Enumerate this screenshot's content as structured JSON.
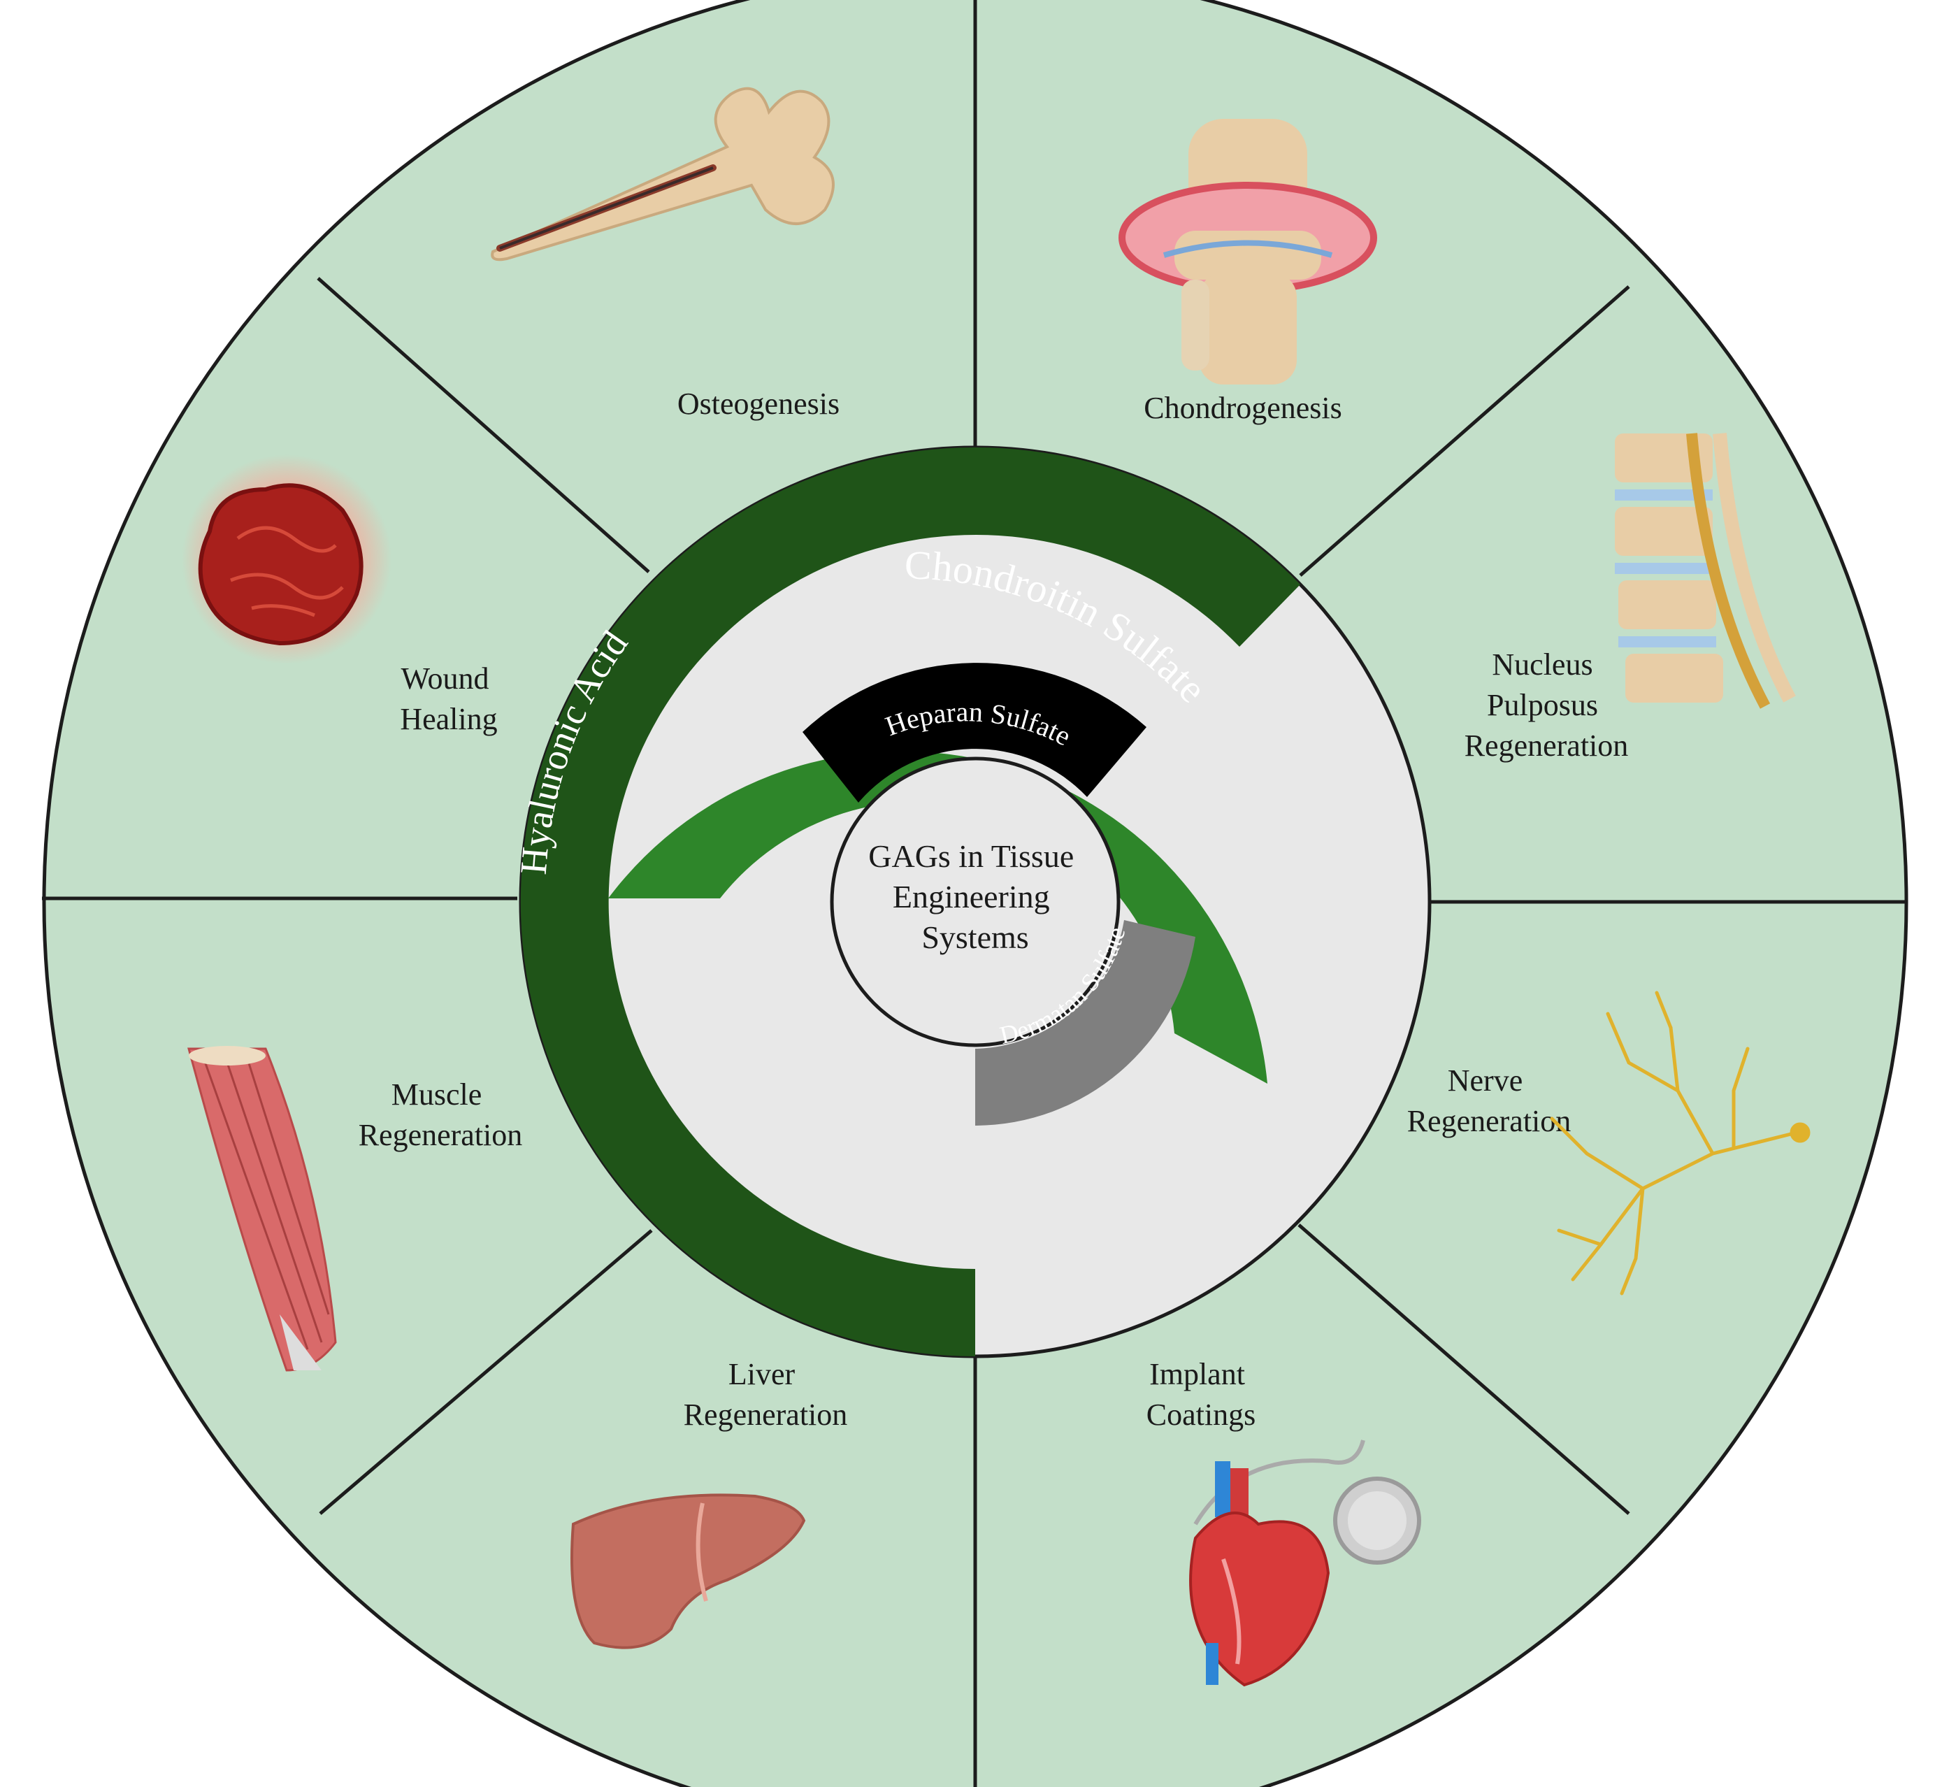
{
  "center": {
    "lines": [
      "GAGs in Tissue",
      "Engineering",
      "Systems"
    ]
  },
  "rings": {
    "hyaluronic_acid": "Hyaluronic Acid",
    "chondroitin_sulfate": "Chondroitin Sulfate",
    "heparan_sulfate": "Heparan Sulfate",
    "dermatan_sulfate": "Dermatan Sulfate"
  },
  "sectors": [
    {
      "id": "osteogenesis",
      "lines": [
        "Osteogenesis"
      ],
      "icon": "bone-icon"
    },
    {
      "id": "chondrogenesis",
      "lines": [
        "Chondrogenesis"
      ],
      "icon": "knee-joint-icon"
    },
    {
      "id": "nucleus-pulposus",
      "lines": [
        "Nucleus",
        "Pulposus",
        "Regeneration"
      ],
      "icon": "spine-icon"
    },
    {
      "id": "nerve",
      "lines": [
        "Nerve",
        "Regeneration"
      ],
      "icon": "nerve-icon"
    },
    {
      "id": "implant",
      "lines": [
        "Implant",
        "Coatings"
      ],
      "icon": "heart-pacemaker-icon"
    },
    {
      "id": "liver",
      "lines": [
        "Liver",
        "Regeneration"
      ],
      "icon": "liver-icon"
    },
    {
      "id": "muscle",
      "lines": [
        "Muscle",
        "Regeneration"
      ],
      "icon": "muscle-icon"
    },
    {
      "id": "wound",
      "lines": [
        "Wound",
        "Healing"
      ],
      "icon": "wound-icon"
    }
  ],
  "colors": {
    "sector_fill": "#c3dfc9",
    "outline": "#1c1c1c",
    "inner_bg": "#e8e8e8",
    "hyaluronic": "#1f5418",
    "chondroitin": "#2e862a",
    "heparan": "#000000",
    "dermatan": "#7f7f7f"
  }
}
